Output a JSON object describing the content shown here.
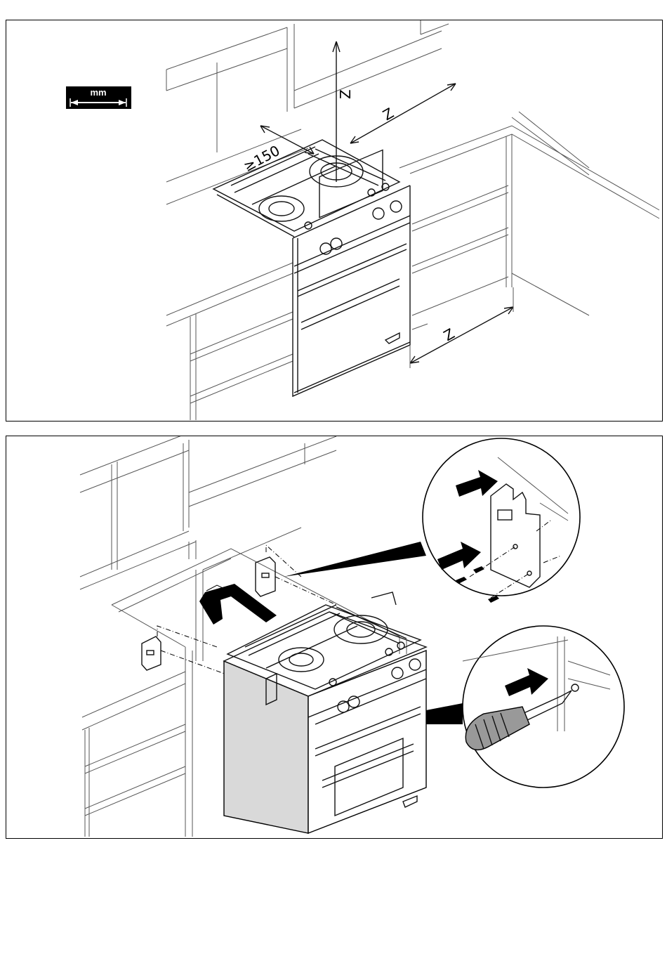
{
  "panel1": {
    "unit_badge": "mm",
    "dim_height": "Z",
    "dim_width": "Z",
    "dim_front": "Z",
    "dim_side": "≥150"
  },
  "panel2": {},
  "colors": {
    "ink": "#000000",
    "shadow": "#d9d9d9",
    "paper": "#ffffff"
  }
}
